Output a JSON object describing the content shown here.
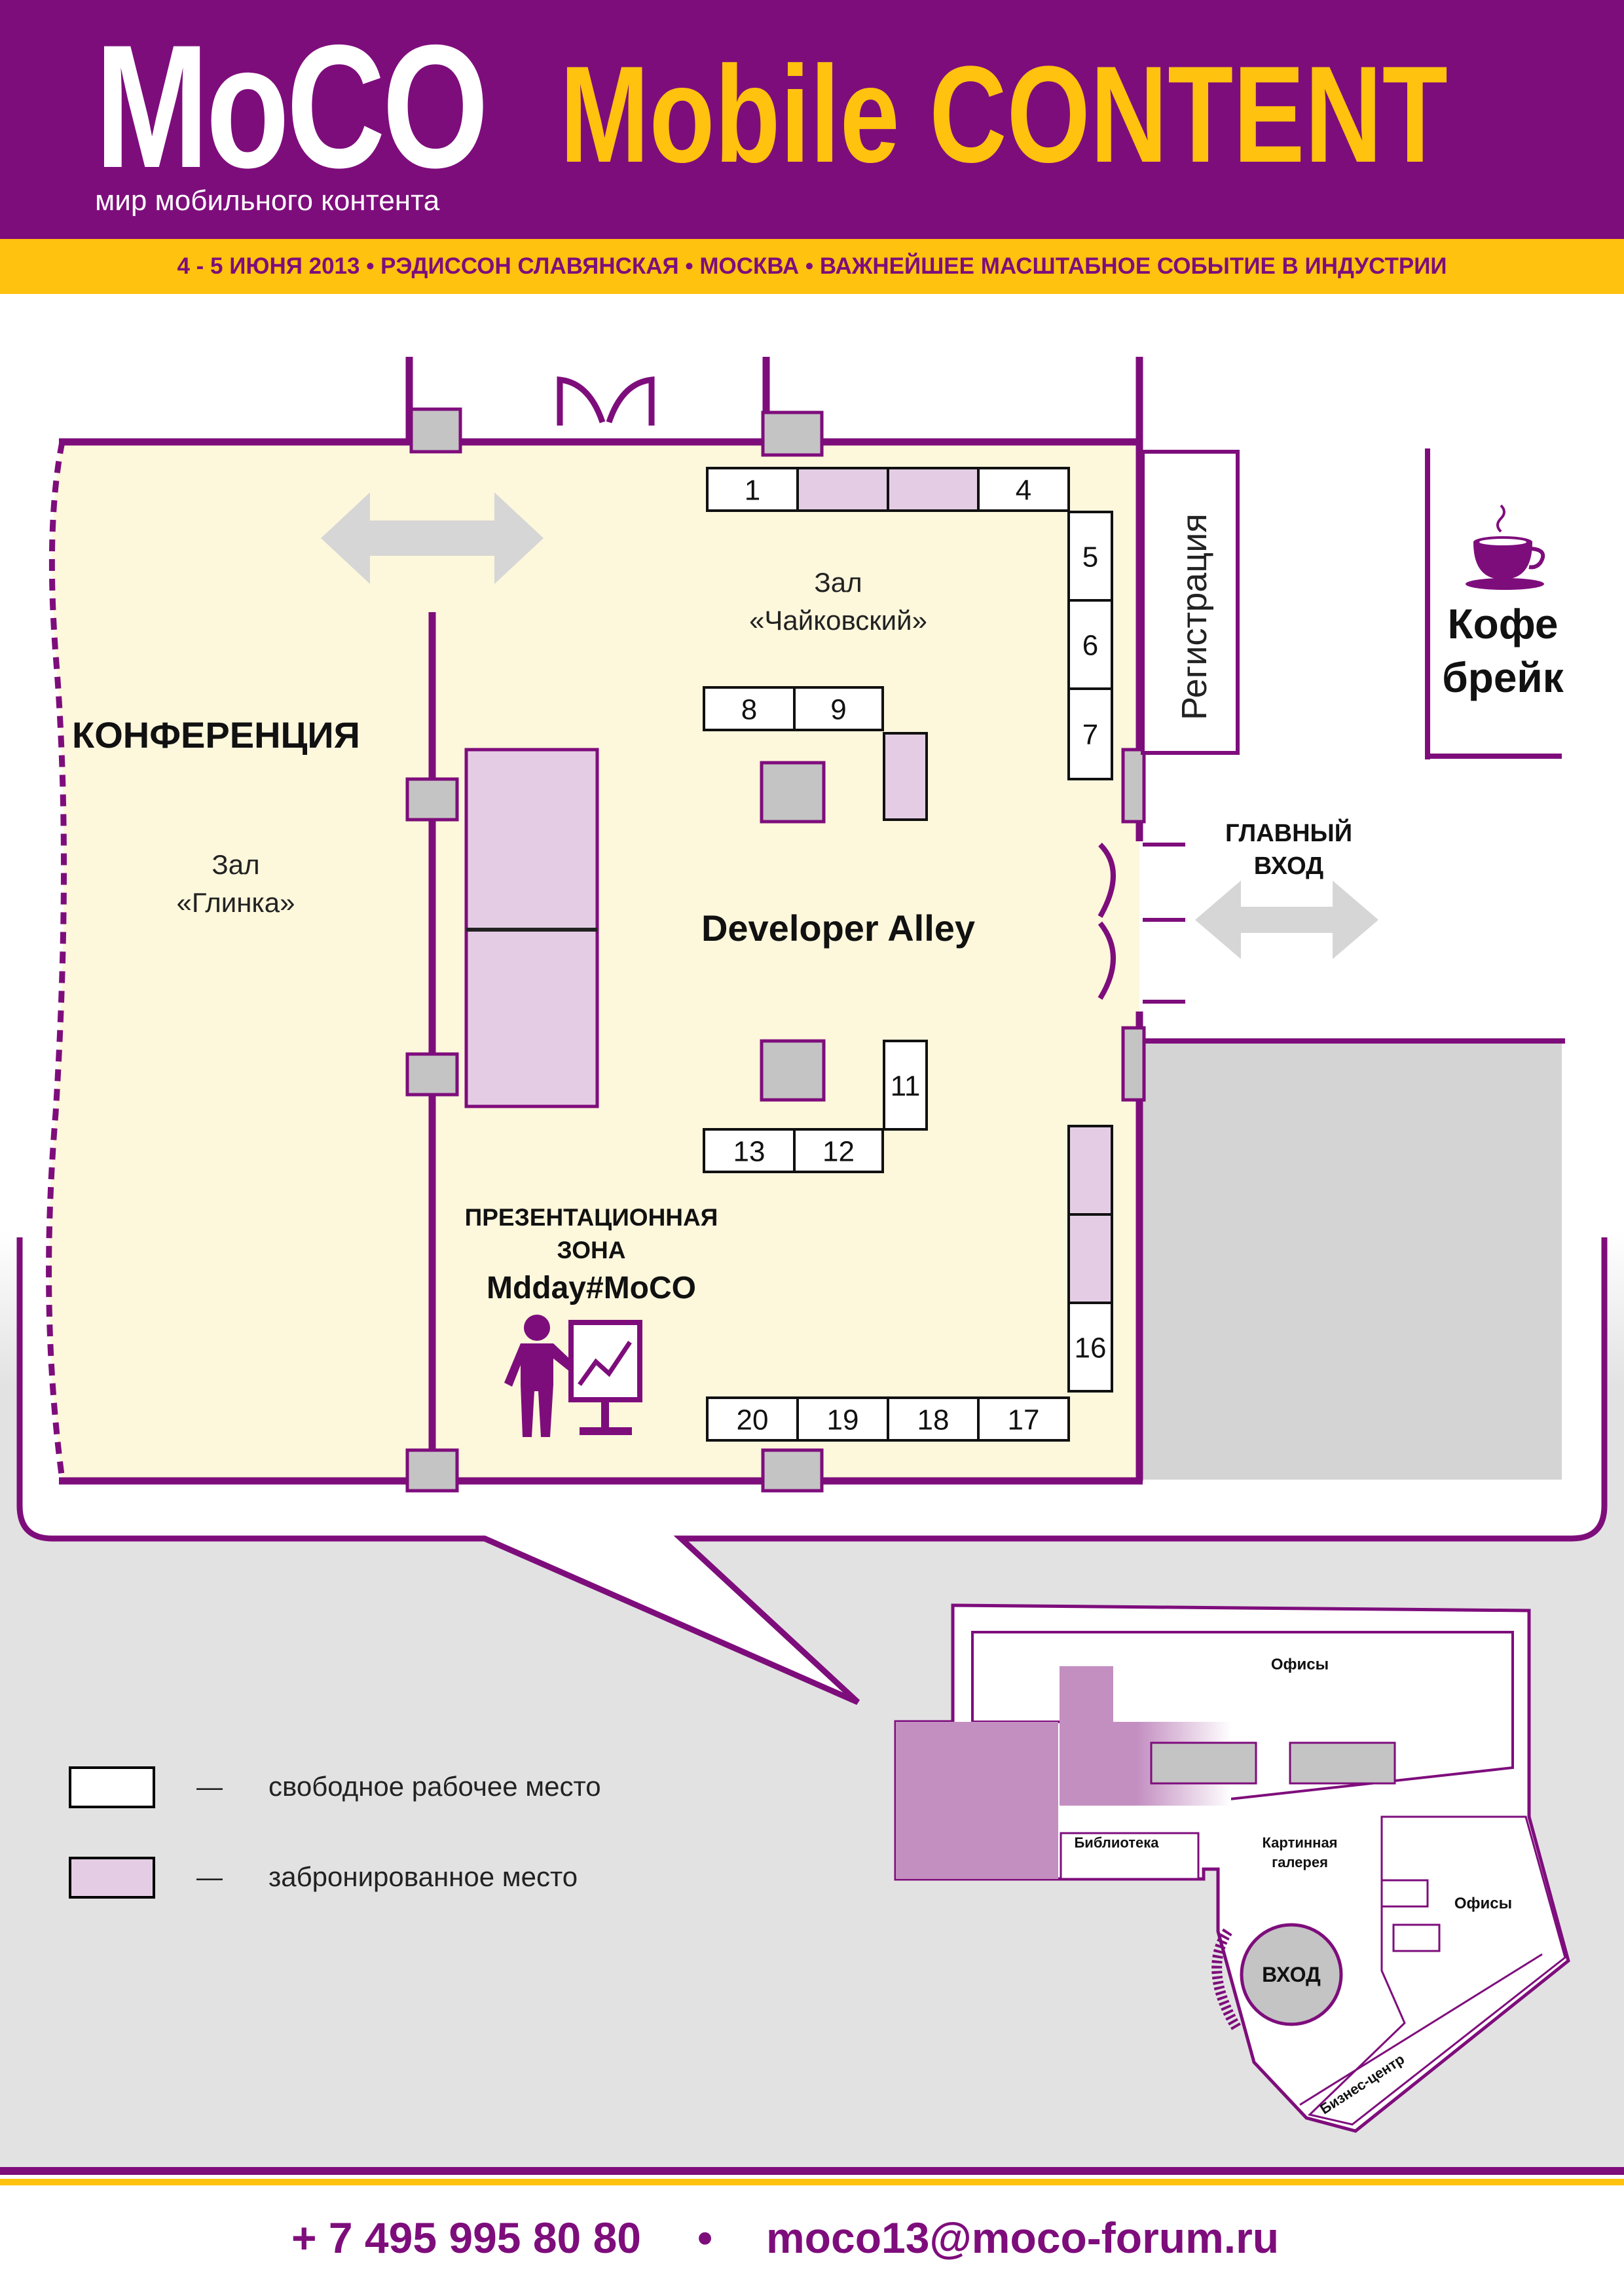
{
  "header": {
    "logo": "MoCO",
    "logo_subtitle": "мир мобильного контента",
    "headline": "Mobile CONTENT",
    "event_line": "4 - 5 ИЮНЯ 2013 • РЭДИССОН СЛАВЯНСКАЯ • МОСКВА • ВАЖНЕЙШЕЕ МАСШТАБНОЕ СОБЫТИЕ В ИНДУСТРИИ"
  },
  "colors": {
    "brand_purple": "#7e0d7c",
    "brand_yellow": "#ffc20e",
    "hall_fill": "#fdf7dc",
    "booked_fill": "#e4cde4",
    "free_fill": "#ffffff",
    "pillar_gray": "#c4c4c4"
  },
  "floor_plan": {
    "conference_label": "КОНФЕРЕНЦИЯ",
    "hall_glinka_line1": "Зал",
    "hall_glinka_line2": "«Глинка»",
    "hall_tchaikovsky_line1": "Зал",
    "hall_tchaikovsky_line2": "«Чайковский»",
    "developer_alley": "Developer Alley",
    "presentation_line1": "ПРЕЗЕНТАЦИОННАЯ",
    "presentation_line2": "ЗОНА",
    "presentation_line3": "Mdday#MoCO",
    "registration": "Регистрация",
    "coffee_line1": "Кофе",
    "coffee_line2": "брейк",
    "main_entrance_line1": "ГЛАВНЫЙ",
    "main_entrance_line2": "ВХОД",
    "stands": [
      {
        "label": "1",
        "status": "free"
      },
      {
        "label": "",
        "status": "booked"
      },
      {
        "label": "",
        "status": "booked"
      },
      {
        "label": "4",
        "status": "free"
      },
      {
        "label": "5",
        "status": "free"
      },
      {
        "label": "6",
        "status": "free"
      },
      {
        "label": "7",
        "status": "free"
      },
      {
        "label": "8",
        "status": "free"
      },
      {
        "label": "9",
        "status": "free"
      },
      {
        "label": "",
        "status": "booked"
      },
      {
        "label": "11",
        "status": "free"
      },
      {
        "label": "12",
        "status": "free"
      },
      {
        "label": "13",
        "status": "free"
      },
      {
        "label": "",
        "status": "booked"
      },
      {
        "label": "",
        "status": "booked"
      },
      {
        "label": "16",
        "status": "free"
      },
      {
        "label": "17",
        "status": "free"
      },
      {
        "label": "18",
        "status": "free"
      },
      {
        "label": "19",
        "status": "free"
      },
      {
        "label": "20",
        "status": "free"
      },
      {
        "label": "",
        "status": "booked"
      },
      {
        "label": "",
        "status": "booked"
      }
    ]
  },
  "legend": {
    "free_dash": "—",
    "free_text": "свободное рабочее место",
    "booked_dash": "—",
    "booked_text": "забронированное место"
  },
  "overview_map": {
    "offices_top": "Офисы",
    "library": "Библиотека",
    "gallery_line1": "Картинная",
    "gallery_line2": "галерея",
    "offices_right": "Офисы",
    "entrance": "ВХОД",
    "business_center": "Бизнес-центр"
  },
  "footer": {
    "phone": "+ 7 495 995 80 80",
    "separator": "•",
    "email": "moco13@moco-forum.ru"
  }
}
